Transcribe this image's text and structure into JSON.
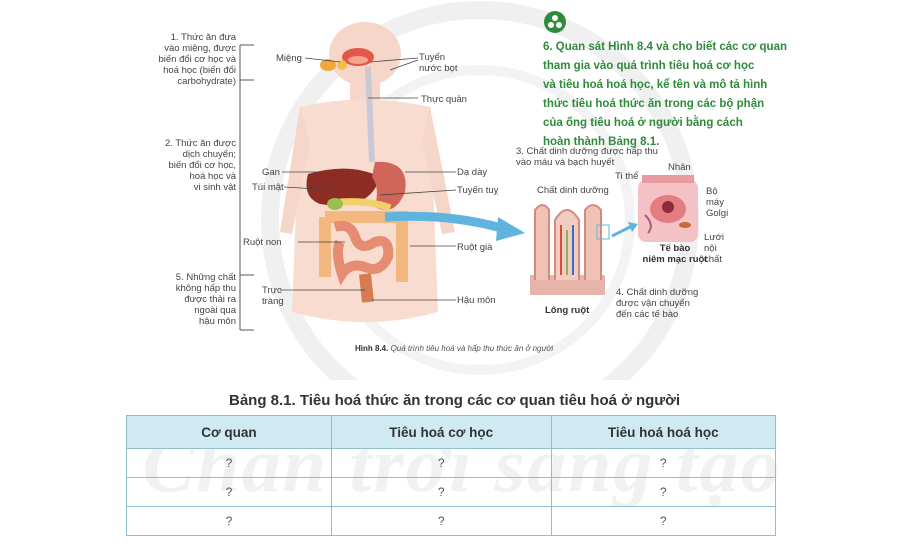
{
  "left_notes": {
    "n1": [
      "1. Thức ăn đưa",
      "vào miệng, được",
      "biến đổi cơ học và",
      "hoá học (biến đổi",
      "carbohydrate)"
    ],
    "n2": [
      "2. Thức ăn được",
      "dịch chuyển;",
      "biến đổi cơ học,",
      "hoá học và",
      "vi sinh vật"
    ],
    "n5": [
      "5. Những chất",
      "không hấp thu",
      "được thải ra",
      "ngoài qua",
      "hậu môn"
    ]
  },
  "labels": {
    "mieng": "Miệng",
    "tuyen_nuoc_bot": [
      "Tuyến",
      "nước bọt"
    ],
    "thuc_quan": "Thực quản",
    "gan": "Gan",
    "tui_mat": "Túi mật",
    "da_day": "Dạ dày",
    "tuyen_tuy": "Tuyến tuỵ",
    "ruot_non": "Ruột non",
    "ruot_gia": "Ruột già",
    "truc_trang": [
      "Trực",
      "tràng"
    ],
    "hau_mon": "Hậu môn"
  },
  "figure_caption": {
    "bold": "Hình 8.4.",
    "text": "Quá trình tiêu hoá và hấp thu thức ăn ở người"
  },
  "absorption": {
    "note3": [
      "3. Chất dinh dưỡng được hấp thu",
      "vào máu và bạch huyết"
    ],
    "chat_dinh_duong": "Chất dinh dưỡng",
    "long_ruot": "Lông ruột",
    "note4": [
      "4. Chất dinh dưỡng",
      "được vận chuyển",
      "đến các tế bào"
    ],
    "ti_the": "Ti thể",
    "nhan": "Nhân",
    "bo_may_golgi": [
      "Bộ",
      "máy",
      "Golgi"
    ],
    "luoi_noi_chat": [
      "Lưới",
      "nội",
      "chất"
    ],
    "te_bao": [
      "Tế bào",
      "niêm mạc ruột"
    ]
  },
  "question": {
    "lines": [
      "6. Quan sát Hình 8.4 và cho biết các cơ quan",
      "tham gia vào quá trình tiêu hoá cơ học",
      "và tiêu hoá hoá học, kể tên và mô tả hình",
      "thức tiêu hoá thức ăn trong các bộ phận",
      "của ống tiêu hoá ở người bằng cách",
      "hoàn thành Bảng 8.1."
    ],
    "color": "#2e8b3a"
  },
  "table": {
    "title": "Bảng 8.1. Tiêu hoá thức ăn trong các cơ quan tiêu hoá ở người",
    "headers": [
      "Cơ quan",
      "Tiêu hoá cơ học",
      "Tiêu hoá hoá học"
    ],
    "rows": [
      [
        "?",
        "?",
        "?"
      ],
      [
        "?",
        "?",
        "?"
      ],
      [
        "?",
        "?",
        "?"
      ]
    ],
    "header_bg": "#cfeaf2"
  },
  "watermark": "Chân trời sáng tạo"
}
